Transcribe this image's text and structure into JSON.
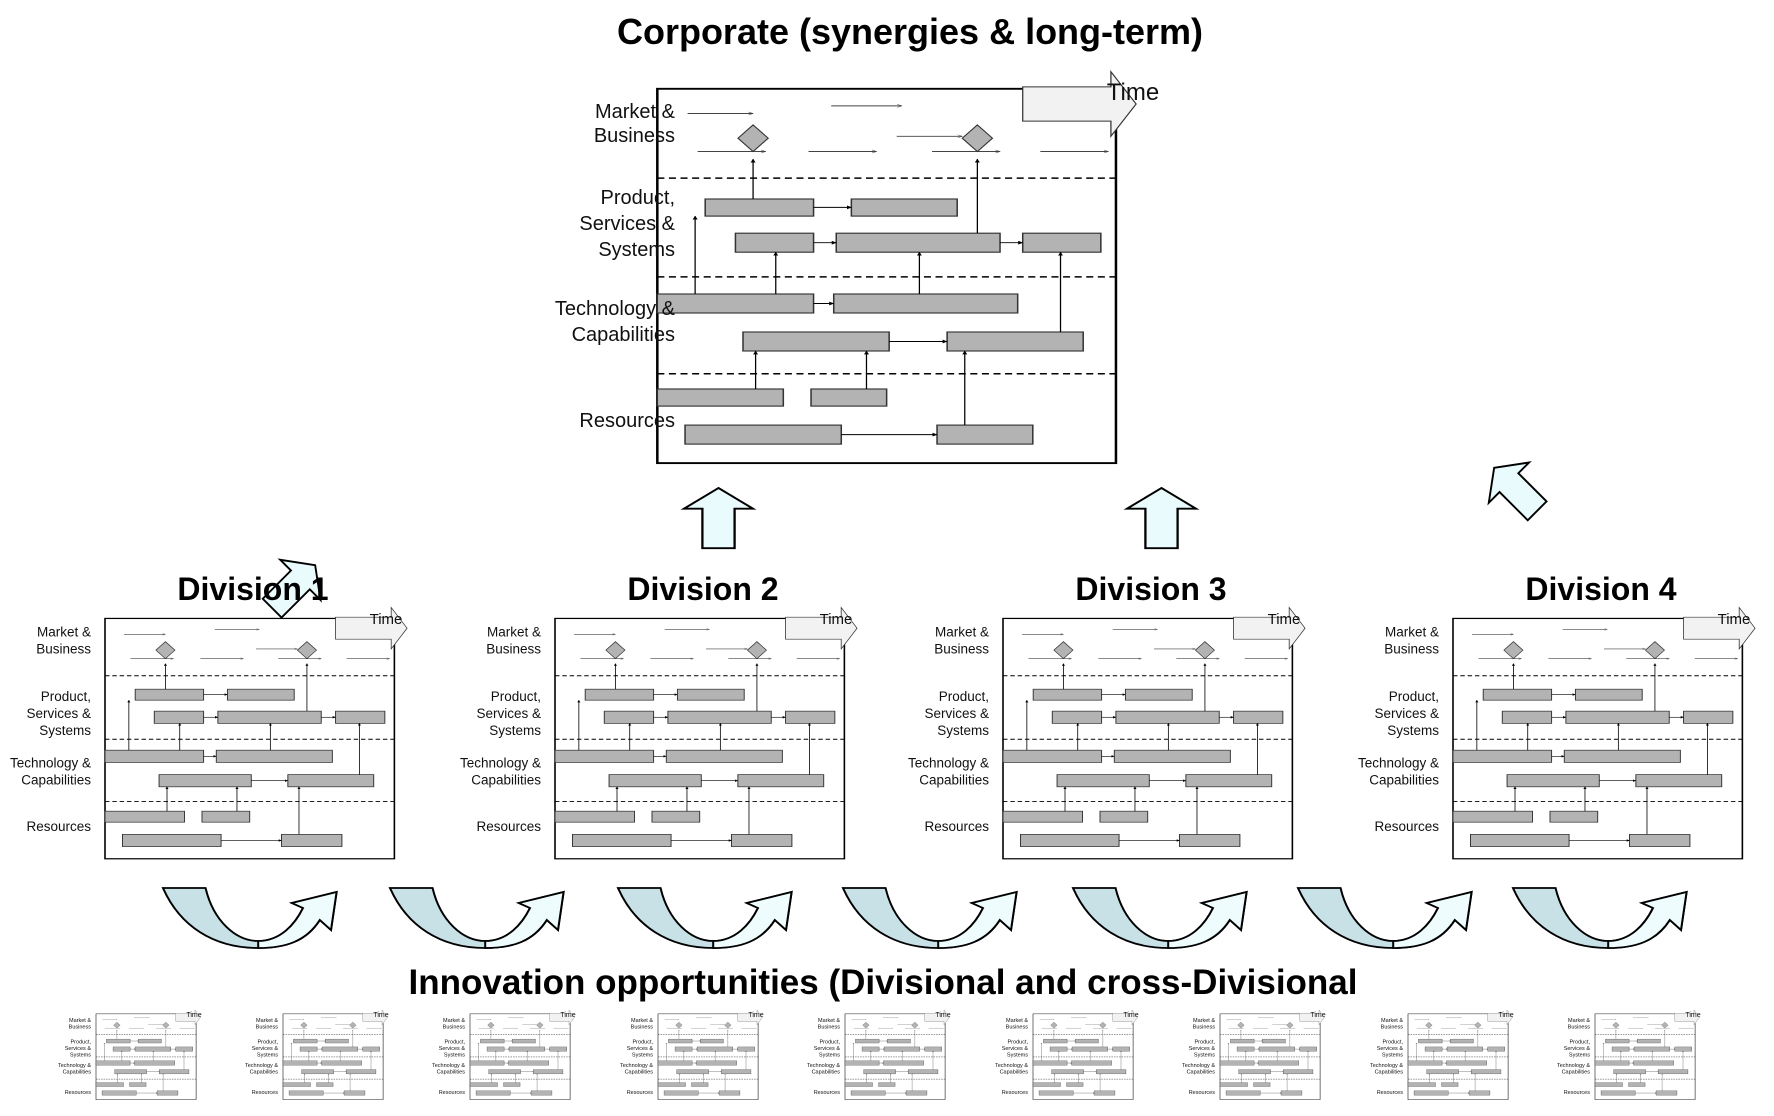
{
  "title": "Corporate (synergies & long-term)",
  "roadmap": {
    "time_label": "Time",
    "layers": [
      "Market &\nBusiness",
      "Product,\nServices &\nSystems",
      "Technology &\nCapabilities",
      "Resources"
    ]
  },
  "divisions": [
    {
      "title": "Division 1"
    },
    {
      "title": "Division 2"
    },
    {
      "title": "Division 3"
    },
    {
      "title": "Division 4"
    }
  ],
  "footer_title": "Innovation opportunities (Divisional and cross-Divisional",
  "mini_roadmap_count": 9,
  "colors": {
    "bar_fill": "#b3b3b3",
    "bar_stroke": "#333333",
    "block_arrow_fill": "#e9fbfd",
    "block_arrow_fill_dark": "#c7e1e6",
    "frame_stroke": "#000000"
  },
  "icons": [
    "block-arrow-up-icon",
    "block-arrow-diagonal-icon",
    "curved-arrow-icon",
    "time-arrow-icon",
    "diamond-milestone-icon"
  ]
}
